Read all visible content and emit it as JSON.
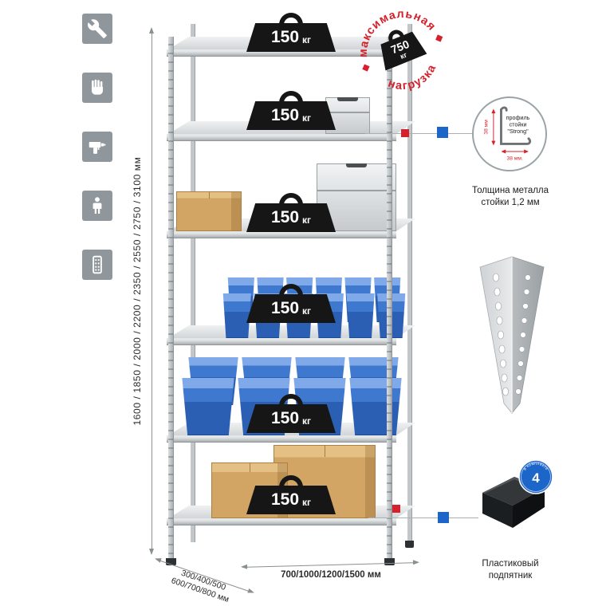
{
  "left_toolbar": {
    "icons": [
      "wrench",
      "glove",
      "drill",
      "person",
      "rack-post"
    ]
  },
  "height_dim_label": "1600 / 1850 / 2000 / 2200 / 2350 / 2550 / 2750 / 3100 мм",
  "depth_dim": {
    "line1": "300/400/500",
    "line2": "600/700/800 мм"
  },
  "width_dim_label": "700/1000/1200/1500 мм",
  "weights": {
    "value": "150",
    "unit": "кг"
  },
  "stamp": {
    "arc_top": "максимальная",
    "arc_bottom": "нагрузка",
    "value": "750",
    "unit": "кг"
  },
  "profile_detail": {
    "text_line1": "профиль",
    "text_line2": "стойки",
    "text_line3": "\"Strong\"",
    "dim_vertical": "38 мм",
    "dim_horizontal": "38 мм.",
    "caption_line1": "Толщина металла",
    "caption_line2": "стойки 1,2 мм"
  },
  "foot_detail": {
    "badge_value": "4",
    "badge_text": "в комплекте",
    "caption_line1": "Пластиковый",
    "caption_line2": "подпятник"
  },
  "colors": {
    "accent_red": "#d5212b",
    "accent_blue": "#1d66c9",
    "bin_blue": "#2a5fb4",
    "metal_gray": "#c6cacc",
    "weight_black": "#161616",
    "cardboard": "#d2a565",
    "icon_bg": "#8f979c"
  }
}
